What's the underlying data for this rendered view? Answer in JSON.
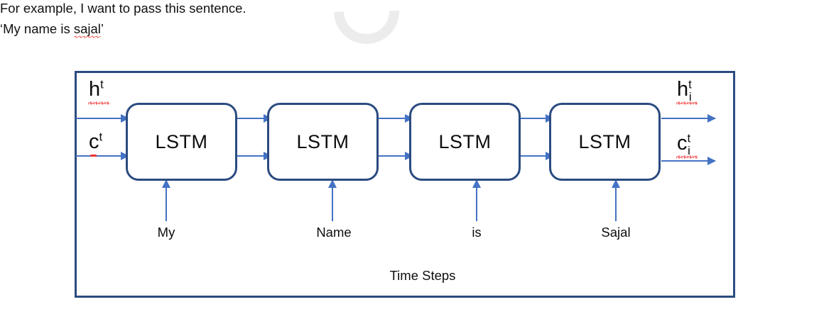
{
  "prose": {
    "line_1": "For example, I want to pass this sentence.",
    "line_2_prefix": "‘My name is ",
    "line_2_misspelled": "sajal",
    "line_2_suffix": "’"
  },
  "decor": {
    "crescent_color": "#ececec"
  },
  "diagram": {
    "frame_border_color": "#2B4B80",
    "arrow_color": "#4472C4",
    "cell_label": "LSTM",
    "cells": [
      {
        "label": "LSTM",
        "input_word": "My"
      },
      {
        "label": "LSTM",
        "input_word": "Name"
      },
      {
        "label": "LSTM",
        "input_word": "is"
      },
      {
        "label": "LSTM",
        "input_word": "Sajal"
      }
    ],
    "state_labels": {
      "hidden_in_base": "h",
      "hidden_in_sup": "t",
      "cell_in_base": "c",
      "cell_in_sup": "t",
      "hidden_out_base": "h",
      "hidden_out_sup": "t",
      "hidden_out_sub": "i",
      "cell_out_base": "c",
      "cell_out_sup": "t",
      "cell_out_sub": "i"
    },
    "caption": "Time Steps"
  }
}
